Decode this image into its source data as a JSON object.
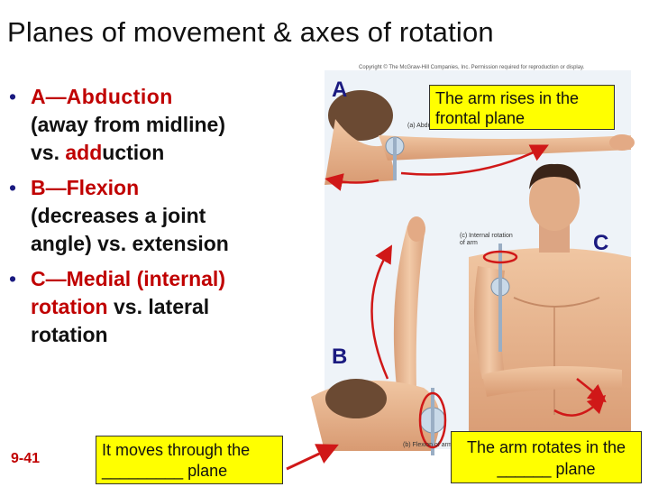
{
  "slide": {
    "title": "Planes of movement & axes of rotation",
    "bullets": [
      {
        "a_prefix": "A—",
        "a_word": "Abduction",
        "a_line2": "(away from midline)",
        "a_line3_pre": "vs. ",
        "a_line3_word": "add",
        "a_line3_post": "uction"
      },
      {
        "b_prefix": "B—",
        "b_word": "Flexion",
        "b_line2": "(decreases a joint",
        "b_line3": "angle) vs. extension"
      },
      {
        "c_prefix": "C—",
        "c_word": "Medial (internal)",
        "c_line2_red": "rotation",
        "c_line2_black": " vs. lateral",
        "c_line3": "rotation"
      }
    ],
    "bullet_glyph": "•",
    "page_number": "9-41",
    "letters": {
      "a": "A",
      "b": "B",
      "c": "C"
    },
    "callouts": {
      "moves": "It moves through the _________ plane",
      "rises": "The arm rises in the frontal plane",
      "rotates": "The arm rotates in the ______ plane"
    },
    "image_labels": {
      "copyright": "Copyright © The McGraw-Hill Companies, Inc. Permission required for reproduction or display.",
      "a": "(a) Abduction of arm",
      "b": "(b) Flexion of arm",
      "c": "(c) Internal rotation of arm"
    }
  },
  "colors": {
    "accent_red": "#c00000",
    "callout_yellow": "#ffff00",
    "letter_blue": "#1a1a80",
    "skin": "#e8b48f"
  }
}
